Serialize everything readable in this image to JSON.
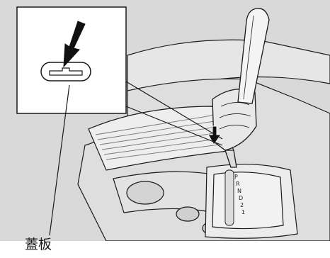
{
  "callout": {
    "label": "蓋板"
  },
  "shifter": {
    "gears": [
      "P",
      "R",
      "N",
      "D",
      "2",
      "1"
    ]
  },
  "colors": {
    "background": "#d9d9d9",
    "line": "#1a1a1a",
    "panel": "#ffffff",
    "arrow": "#111111"
  }
}
